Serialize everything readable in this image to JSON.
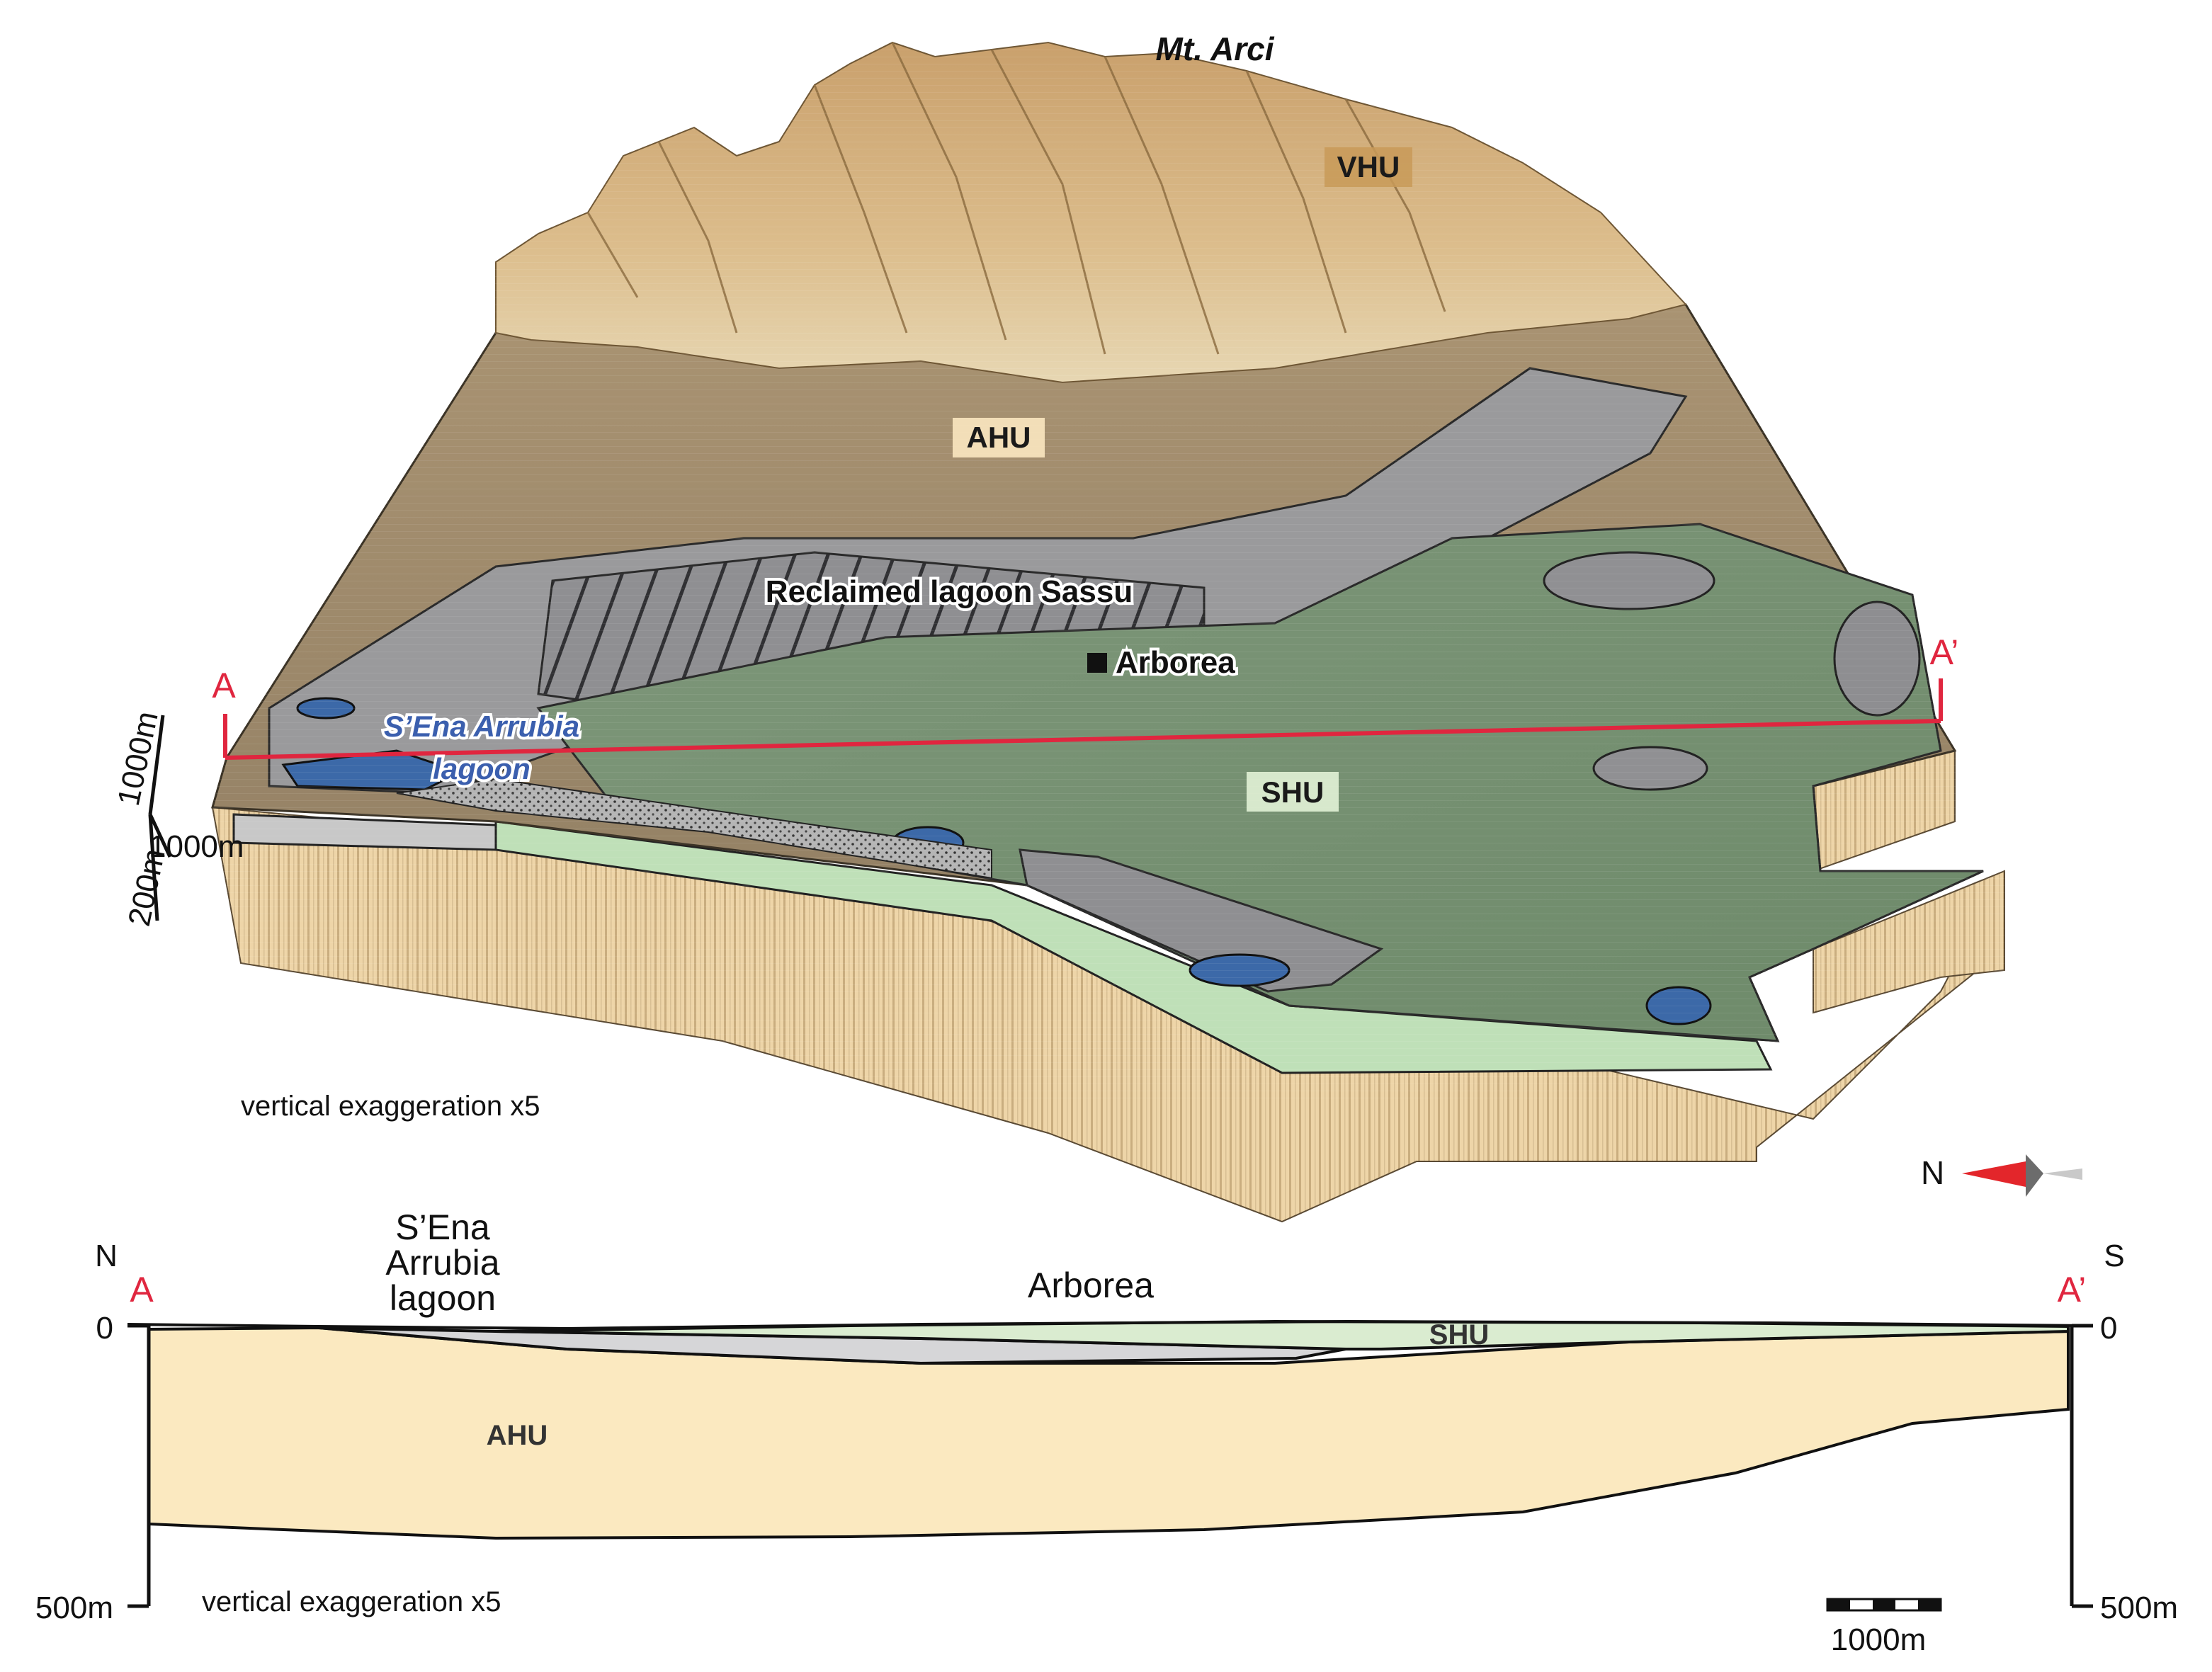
{
  "block": {
    "peak_label": "Mt. Arci",
    "units": {
      "vhu": "VHU",
      "ahu": "AHU",
      "shu": "SHU"
    },
    "reclaimed_label": "Reclaimed lagoon Sassu",
    "town_label": "Arborea",
    "lagoon_line1": "S’Ena Arrubia",
    "lagoon_line2": "lagoon",
    "section_start": "A",
    "section_end": "A’",
    "scale_x": "1000m",
    "scale_y": "1000m",
    "scale_z": "200m",
    "exaggeration": "vertical exaggeration x5",
    "north_label": "N"
  },
  "section": {
    "north": "N",
    "south": "S",
    "start": "A",
    "end": "A’",
    "lagoon_line1": "S’Ena",
    "lagoon_line2": "Arrubia",
    "lagoon_line3": "lagoon",
    "town": "Arborea",
    "shu": "SHU",
    "ahu": "AHU",
    "depth_top_left": "0",
    "depth_top_right": "0",
    "depth_bottom_left": "500m",
    "depth_bottom_right": "500m",
    "exaggeration": "vertical exaggeration x5",
    "scale": "1000m"
  },
  "colors": {
    "section_red": "#e0263f",
    "lagoon_blue": "#3b5fae",
    "vhu_fill": "#d2ae7c",
    "ahu_fill": "#fbe9c0",
    "shu_fill": "#daecd0",
    "reclaimed_gray": "#9e9ea0"
  }
}
